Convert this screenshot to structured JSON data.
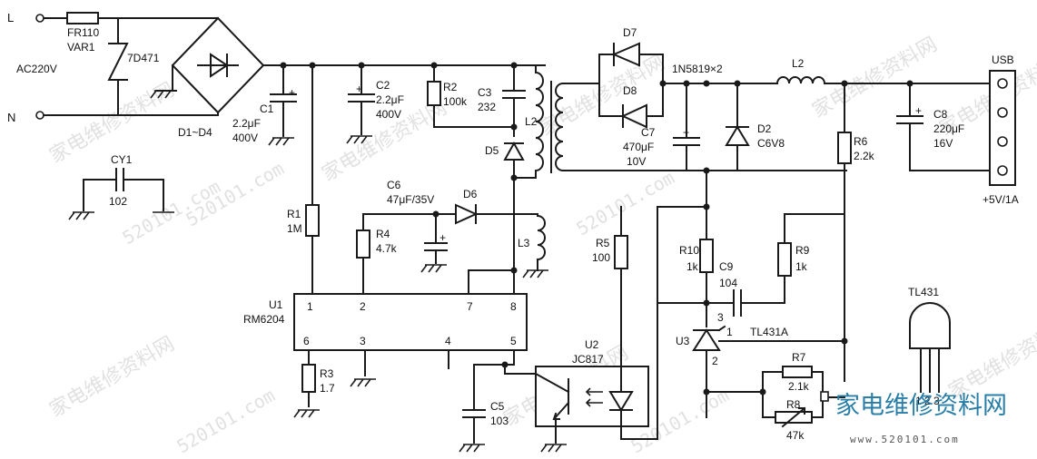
{
  "terminals": {
    "live": "L",
    "neutral": "N",
    "ac_input": "AC220V"
  },
  "components": {
    "fr": "FR110",
    "var": "VAR1",
    "varistor_value": "7D471",
    "bridge": "D1~D4",
    "cy1_name": "CY1",
    "cy1_value": "102",
    "c1_name": "C1",
    "c1_cap": "2.2μF",
    "c1_volt": "400V",
    "c2_name": "C2",
    "c2_cap": "2.2μF",
    "c2_volt": "400V",
    "r1_name": "R1",
    "r1_value": "1M",
    "r2_name": "R2",
    "r2_value": "100k",
    "c3_name": "C3",
    "c3_value": "232",
    "l2_primary": "L2",
    "d5": "D5",
    "c6_name": "C6",
    "c6_value": "47μF/35V",
    "d6": "D6",
    "r4_name": "R4",
    "r4_value": "4.7k",
    "l3": "L3",
    "u1_name": "U1",
    "u1_part": "RM6204",
    "u1_pins": [
      "1",
      "2",
      "7",
      "8",
      "6",
      "3",
      "4",
      "5"
    ],
    "r3_name": "R3",
    "r3_value": "1.7",
    "c5_name": "C5",
    "c5_value": "103",
    "u2_name": "U2",
    "u2_part": "JC817",
    "d7": "D7",
    "d8": "D8",
    "diode_pair": "1N5819×2",
    "c7_name": "C7",
    "c7_cap": "470μF",
    "c7_volt": "10V",
    "d2_name": "D2",
    "d2_value": "C6V8",
    "l2_out": "L2",
    "c8_name": "C8",
    "c8_cap": "220μF",
    "c8_volt": "16V",
    "r6_name": "R6",
    "r6_value": "2.2k",
    "usb": "USB",
    "output": "+5V/1A",
    "r5_name": "R5",
    "r5_value": "100",
    "r10_name": "R10",
    "r10_value": "1k",
    "c9_name": "C9",
    "c9_value": "104",
    "r9_name": "R9",
    "r9_value": "1k",
    "u3_name": "U3",
    "u3_part": "TL431A",
    "u3_pin1": "1",
    "u3_pin2": "2",
    "u3_pin3": "3",
    "r7_name": "R7",
    "r7_value": "2.1k",
    "r8_name": "R8",
    "r8_value": "47k",
    "tl431_title": "TL431",
    "tl431_pins": "1 2 3"
  },
  "watermark": {
    "site_cn": "家电维修资料网",
    "site_num": "520101.com",
    "brand_cn": "家电维修资料网",
    "brand_url": "www.520101.com"
  }
}
